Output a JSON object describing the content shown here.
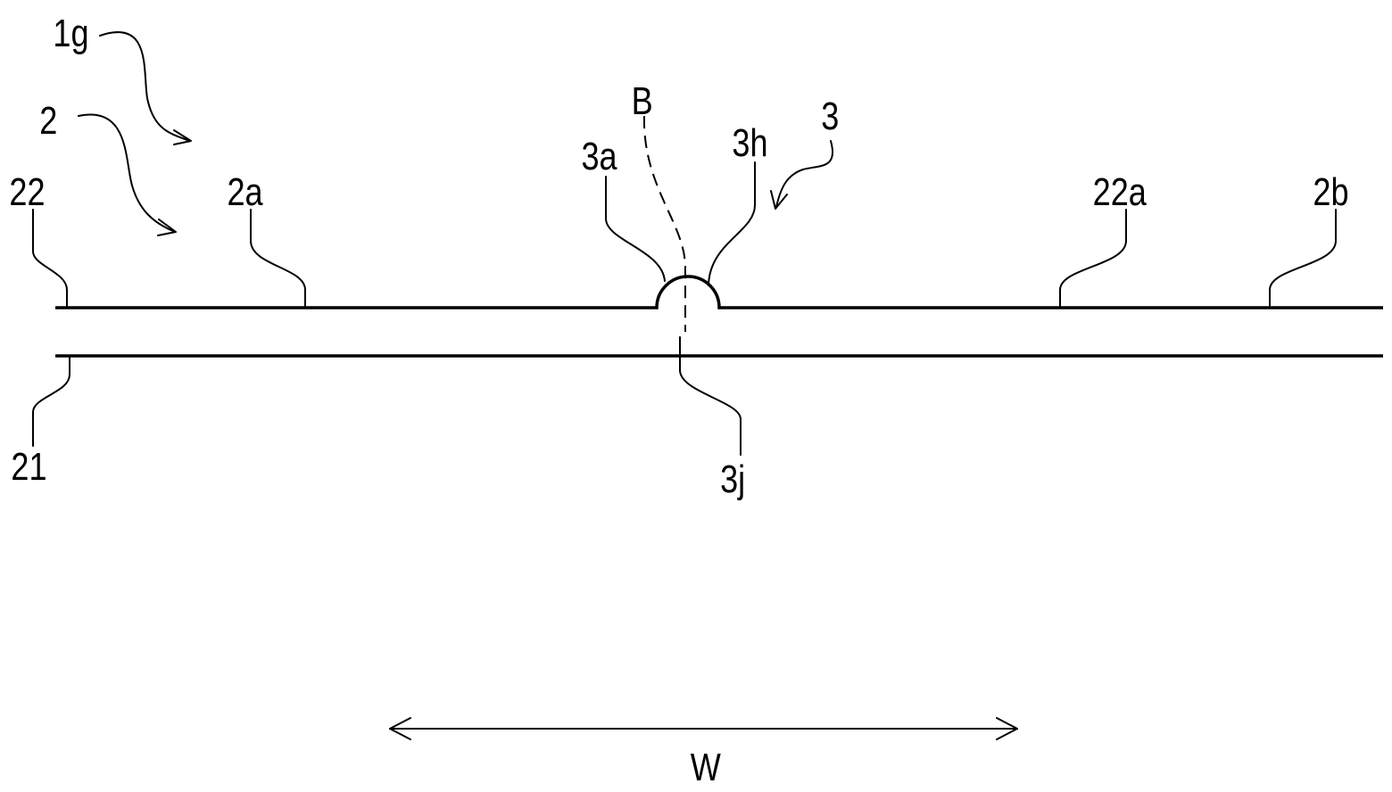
{
  "figure": {
    "labels": {
      "l_1g": "1g",
      "l_2": "2",
      "l_22": "22",
      "l_2a": "2a",
      "l_3a": "3a",
      "l_B": "B",
      "l_3h": "3h",
      "l_3": "3",
      "l_22a": "22a",
      "l_2b": "2b",
      "l_21": "21",
      "l_3j": "3j",
      "l_W": "W"
    },
    "colors": {
      "line": "#000000",
      "background": "#ffffff"
    }
  }
}
